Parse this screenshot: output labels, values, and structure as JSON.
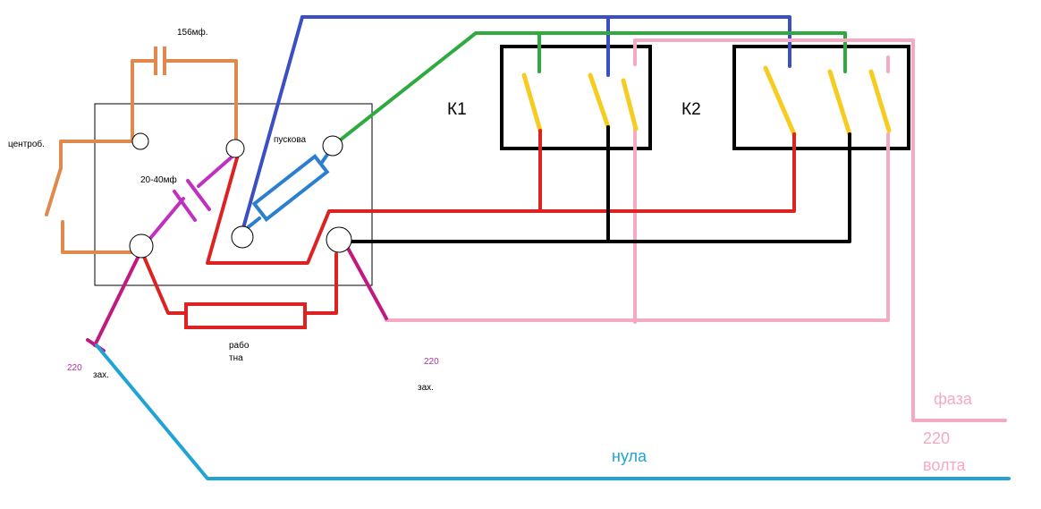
{
  "labels": {
    "cap_start": "156мф.",
    "centrifugal": "центроб.",
    "cap_run": "20-40мф",
    "start_winding": "пускова",
    "relay_k1": "К1",
    "relay_k2": "К2",
    "run_winding_line1": "рабо",
    "run_winding_line2": "тна",
    "voltage_left": "220",
    "supply_left": "зах.",
    "voltage_right": "220",
    "supply_right": "зах.",
    "phase": "фаза",
    "phase_voltage_line1": "220",
    "phase_voltage_line2": "волта",
    "neutral": "нула"
  },
  "colors": {
    "blue_wire": "#3b4fc4",
    "green_wire": "#2eaa3e",
    "pink_wire": "#f4a9c4",
    "red_wire": "#dd2222",
    "black_wire": "#000000",
    "orange_wire": "#e0894c",
    "magenta_wire": "#c030c0",
    "dark_magenta_wire": "#c01a80",
    "cyan_wire": "#21a3d6",
    "start_cap_blue": "#2a7fd0",
    "contact_yellow": "#f5cc1f"
  }
}
